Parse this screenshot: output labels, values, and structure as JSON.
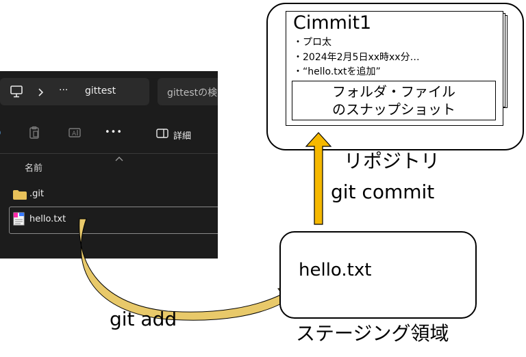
{
  "explorer": {
    "address": {
      "ellipsis": "···",
      "folder": "gittest",
      "tab_text": "gittestの検"
    },
    "toolbar": {
      "more": "•••",
      "details_label": "詳細"
    },
    "column_header": "名前",
    "files": [
      {
        "name": ".git",
        "icon": "folder-icon"
      },
      {
        "name": "hello.txt",
        "icon": "text-file-icon"
      }
    ],
    "colors": {
      "background": "#1c1c1c",
      "folder": "#e8c15a"
    }
  },
  "repository": {
    "label": "リポジトリ",
    "commit": {
      "title": "Cimmit1",
      "lines": [
        "・プロ太",
        "・2024年2月5日xx時xx分…",
        "・“hello.txtを追加”"
      ],
      "snapshot": [
        "フォルダ・ファイル",
        "のスナップショット"
      ]
    }
  },
  "commands": {
    "commit": "git commit",
    "add": "git add"
  },
  "staging": {
    "label": "ステージング領域",
    "file": "hello.txt"
  },
  "colors": {
    "arrow_fill": "#f5b800",
    "arrow_curve": "#e8c96a",
    "stroke": "#000000"
  }
}
